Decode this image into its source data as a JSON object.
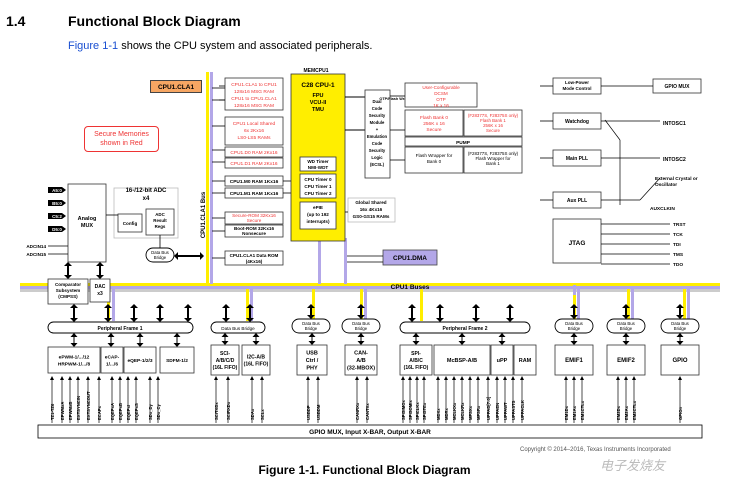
{
  "section": {
    "number": "1.4",
    "title": "Functional Block Diagram"
  },
  "intro": {
    "link": "Figure 1-1",
    "rest": " shows the CPU system and associated peripherals."
  },
  "secure_note": "Secure Memories shown in Red",
  "cla": {
    "name": "CPU1.CLA1",
    "bus": "CPU1.CLA1 Bus",
    "ram_list": [
      "CPU1.CLA1 to CPU1",
      "128x16 MSG RAM",
      "CPU1 to CPU1.CLA1",
      "128x16 MSG RAM"
    ]
  },
  "cpu": {
    "memcpu": "MEMCPU1",
    "title": "C28 CPU-1",
    "units": [
      "FPU",
      "VCU-II",
      "TMU"
    ],
    "wd": [
      "WD Timer",
      "NMI-WDT"
    ],
    "timers": [
      "CPU Timer 0",
      "CPU Timer 1",
      "CPU Timer 2"
    ],
    "epie": [
      "ePIE",
      "(up to 192",
      "interrupts)"
    ],
    "bus": "CPU1 Buses",
    "dma": "CPU1.DMA"
  },
  "memories": {
    "local_shared": [
      "CPU1 Local Shared",
      "6x 2Kx16",
      "LS0-LS5 RAMs"
    ],
    "d0": "CPU1.D0 RAM 2Kx16",
    "d1": "CPU1.D1 RAM 2Kx16",
    "m0": "CPU1.M0 RAM 1Kx16",
    "m1": "CPU1.M1 RAM 1Kx16",
    "secure_rom": [
      "Secure-ROM 32Kx16",
      "Secure"
    ],
    "boot_rom": [
      "Boot-ROM 32Kx16",
      "Nonsecure"
    ],
    "cla_data_rom": [
      "CPU1.CLA1 Data ROM",
      "(4Kx16)"
    ],
    "global_shared": [
      "Global Shared",
      "16x 4Kx16",
      "GS0-GS15 RAMs"
    ],
    "dcsm": [
      "Dual",
      "Code",
      "Security",
      "Module",
      "+",
      "Emulation",
      "Code",
      "Security",
      "Logic",
      "(ECSL)"
    ],
    "user_otp": [
      "User-Configurable",
      "DCSM",
      "OTP",
      "1K x 16"
    ],
    "flash_bank0": [
      "Flash Bank 0",
      "256K x 16",
      "Secure"
    ],
    "flash_bank1": [
      "(F28377S, F28375S only)",
      "Flash Bank 1",
      "256K x 16",
      "Secure"
    ],
    "pump": "PUMP",
    "wrapper0": [
      "Flash Wrapper for",
      "Bank 0"
    ],
    "wrapper1": [
      "(F28377S, F28375S only)",
      "Flash Wrapper for",
      "Bank 1"
    ],
    "otp_tag": "OTP/Flash Wrapper"
  },
  "clock": {
    "lpm": [
      "Low-Power",
      "Mode Control"
    ],
    "gpio_mux": "GPIO MUX",
    "watchdog": "Watchdog",
    "intosc1": "INTOSC1",
    "main_pll": "Main PLL",
    "intosc2": "INTOSC2",
    "ext_osc": [
      "External Crystal or",
      "Oscillator"
    ],
    "aux_pll": "Aux PLL",
    "auxclkin": "AUXCLKIN",
    "jtag": "JTAG",
    "jtag_pins": [
      "TRST",
      "TCK",
      "TDI",
      "TMS",
      "TDO"
    ]
  },
  "analog": {
    "mux": [
      "Analog",
      "MUX"
    ],
    "channels": [
      "A5:0",
      "B5:0",
      "C5:2",
      "D5:0"
    ],
    "adcin": [
      "ADCIN14",
      "ADCIN15"
    ],
    "adc": [
      "16-/12-bit ADC",
      "x4"
    ],
    "config": "Config",
    "result": [
      "ADC",
      "Result",
      "Regs"
    ],
    "bridge": [
      "Data Bus",
      "Bridge"
    ],
    "cmpss": [
      "Comparator",
      "Subsystem",
      "(CMPSS)"
    ],
    "dac": [
      "DAC",
      "x3"
    ]
  },
  "peripherals": {
    "pf1": "Peripheral Frame 1",
    "pf2": "Peripheral Frame 2",
    "dbb": "Data Bus Bridge",
    "dbb2": [
      "Data Bus",
      "Bridge"
    ],
    "epwm": [
      "ePWM-1/.../12",
      "HRPWM-1/.../8"
    ],
    "ecap": [
      "eCAP-",
      "1/.../6"
    ],
    "eqep": "eQEP-1/2/3",
    "sdfm": "SDFM-1/2",
    "sci": [
      "SCI-",
      "A/B/C/D",
      "(16L FIFO)"
    ],
    "i2c": [
      "I2C-A/B",
      "(16L FIFO)"
    ],
    "usb": [
      "USB",
      "Ctrl /",
      "PHY"
    ],
    "can": [
      "CAN-",
      "A/B",
      "(32-MBOX)"
    ],
    "spi": [
      "SPI-",
      "A/B/C",
      "(16L FIFO)"
    ],
    "mcbsp": "McBSP-A/B",
    "upp": "uPP",
    "ram": "RAM",
    "emif1": "EMIF1",
    "emif2": "EMIF2",
    "gpio": "GPIO"
  },
  "pins": {
    "pf1": [
      "TZ1-TZ6",
      "EPWMxA",
      "EPWMxB",
      "EXTSYNCIN",
      "EXTSYNCOUT",
      "ECAPx",
      "EQEPxA",
      "EQEPxB",
      "EQEPxI",
      "EQEPxS",
      "SDx_Dy",
      "SDx_Cy"
    ],
    "comm": [
      "SCITXDx",
      "SCIRXDx",
      "SDAx",
      "SCLx",
      "USBDP",
      "USBDM",
      "CANRXx",
      "CANTXx"
    ],
    "pf2": [
      "SPISIMOx",
      "SPISOMIx",
      "SPICLKx",
      "SPISTEx",
      "MDXx",
      "MDRx",
      "MCLKXx",
      "MCLKRx",
      "MFSXx",
      "MFSRx",
      "UPPAD[7:0]",
      "UPPAEN",
      "UPPAWT",
      "UPPASTS",
      "UPPACLK"
    ],
    "emif1": [
      "EM1Dx",
      "EM1Ax",
      "EM1CTLx"
    ],
    "emif2": [
      "EM2Dx",
      "EM2Ax",
      "EM2CTLx"
    ],
    "gpio": [
      "GPIOn"
    ]
  },
  "gpio_bus": "GPIO MUX, Input X-BAR, Output X-BAR",
  "caption": "Figure 1-1. Functional Block Diagram",
  "copyright": "Copyright © 2014–2016, Texas Instruments Incorporated",
  "watermark": "电子发烧友"
}
